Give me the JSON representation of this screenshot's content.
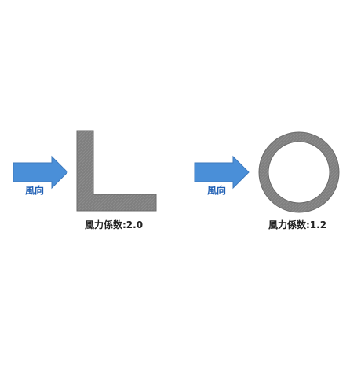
{
  "colors": {
    "arrow_fill": "#4a8fd8",
    "arrow_stroke": "#3d79bd",
    "shape_gray": "#7f7f7f",
    "shape_edge": "#6a6a6a",
    "wind_text": "#1f5fb4",
    "coef_text": "#222222"
  },
  "left": {
    "wind_label": "風向",
    "shape": "angle-section",
    "coefficient_label": "風力係数:2.0"
  },
  "right": {
    "wind_label": "風向",
    "shape": "round-pipe",
    "coefficient_label": "風力係数:1.2"
  }
}
